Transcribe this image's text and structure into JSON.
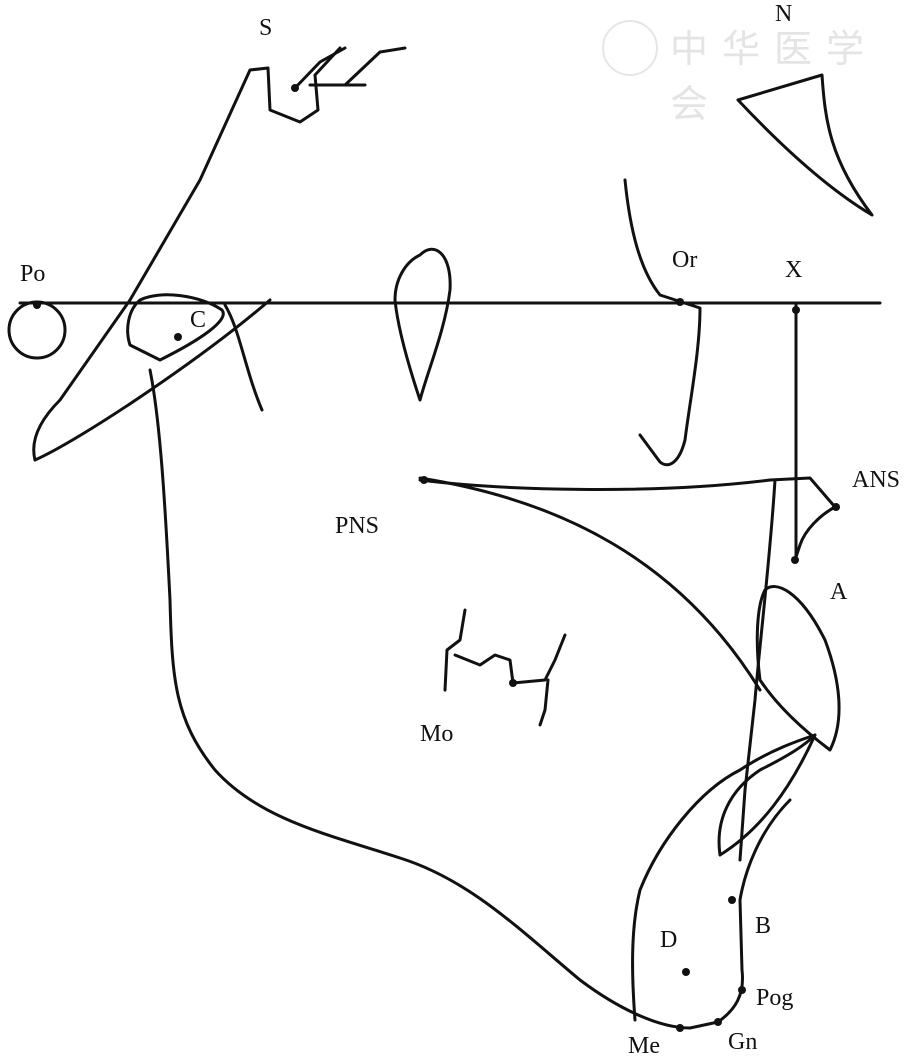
{
  "watermark": {
    "text": "中华医学会"
  },
  "landmarks": {
    "S": "S",
    "N": "N",
    "Po": "Po",
    "C": "C",
    "Or": "Or",
    "X": "X",
    "ANS": "ANS",
    "PNS": "PNS",
    "A": "A",
    "Mo": "Mo",
    "D": "D",
    "B": "B",
    "Pog": "Pog",
    "Me": "Me",
    "Gn": "Gn"
  },
  "colors": {
    "line": "#111111",
    "watermark": "#e4e4e4"
  }
}
